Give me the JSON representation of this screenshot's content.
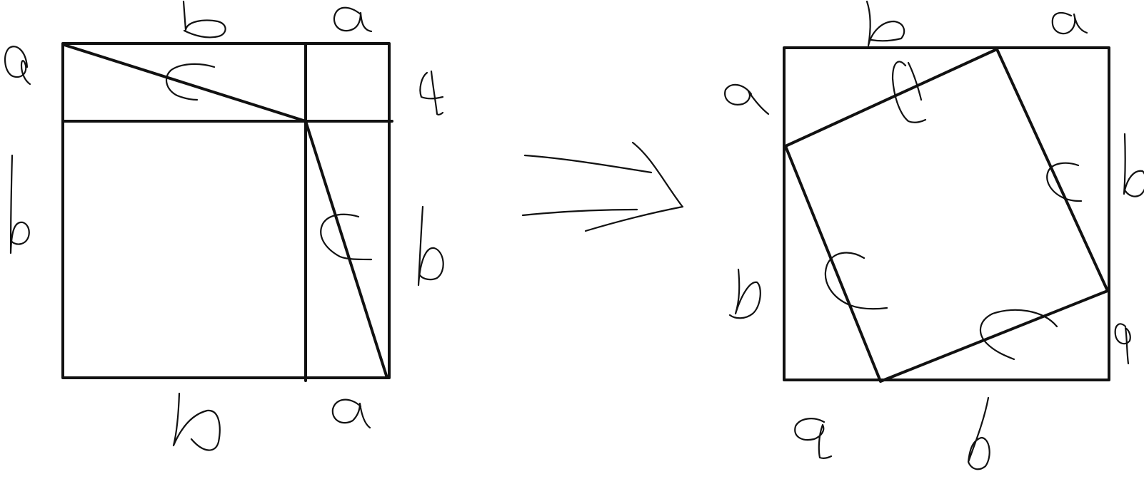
{
  "diagram": {
    "left_figure": {
      "labels": {
        "top_b": "b",
        "top_a": "a",
        "left_a": "a",
        "left_b": "b",
        "right_a": "a",
        "right_b": "b",
        "bottom_b": "b",
        "bottom_a": "a",
        "hyp_top_c": "c",
        "hyp_right_c": "c"
      }
    },
    "arrow": {
      "symbol": "⇒"
    },
    "right_figure": {
      "labels": {
        "top_b": "b",
        "top_a": "a",
        "left_a": "a",
        "left_b": "b",
        "right_b": "b",
        "right_a": "a",
        "bottom_a": "a",
        "bottom_b": "b",
        "c_top": "c",
        "c_right": "c",
        "c_left": "c",
        "c_bottom": "c"
      }
    }
  }
}
